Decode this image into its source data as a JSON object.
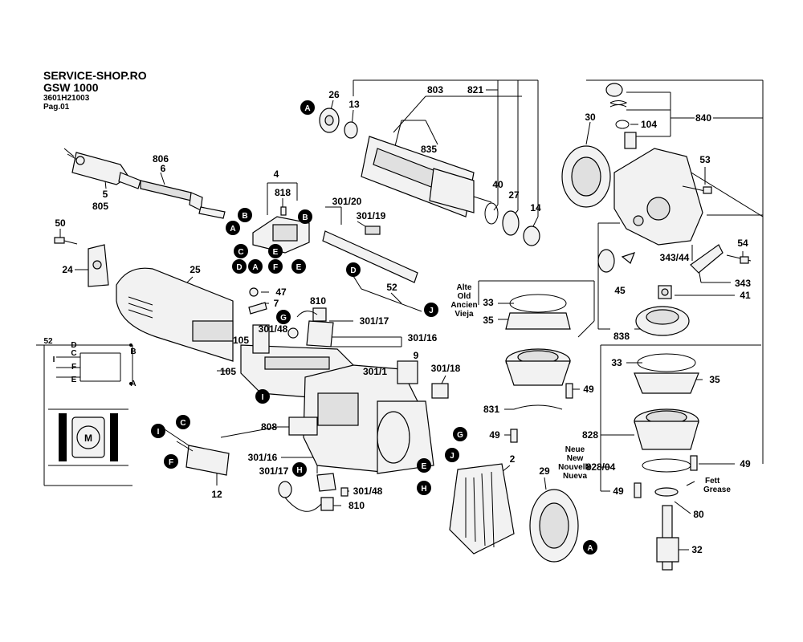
{
  "header": {
    "shop": "SERVICE-SHOP.RO",
    "model": "GSW 1000",
    "code": "3601H21003",
    "page": "Pag.01"
  },
  "labels": {
    "p803": "803",
    "p821": "821",
    "p26": "26",
    "p13": "13",
    "p835": "835",
    "p30": "30",
    "p104": "104",
    "p840": "840",
    "p53": "53",
    "p40": "40",
    "p27": "27",
    "p14": "14",
    "p806": "806",
    "p6": "6",
    "p5": "5",
    "p805": "805",
    "p4": "4",
    "p818": "818",
    "p50": "50",
    "p24": "24",
    "p25": "25",
    "p301_20": "301/20",
    "p301_19": "301/19",
    "p52": "52",
    "p54": "54",
    "p343_44": "343/44",
    "p343": "343",
    "p41": "41",
    "p45": "45",
    "p47": "47",
    "p7": "7",
    "p810": "810",
    "p301_48": "301/48",
    "p301_17": "301/17",
    "p301_16": "301/16",
    "p105a": "105",
    "p105b": "105",
    "p9": "9",
    "p301_1": "301/1",
    "p301_18": "301/18",
    "p33a": "33",
    "p35a": "35",
    "p838": "838",
    "p831": "831",
    "p49a": "49",
    "p49b": "49",
    "p33b": "33",
    "p35b": "35",
    "p49c": "49",
    "p828": "828",
    "p828_04": "828/04",
    "p49d": "49",
    "p80": "80",
    "p32": "32",
    "p808": "808",
    "p2": "2",
    "p29": "29",
    "p301_16b": "301/16",
    "p301_17b": "301/17",
    "p301_48b": "301/48",
    "p810b": "810",
    "p12": "12",
    "p52w": "52"
  },
  "variant_old": [
    "Alte",
    "Old",
    "Ancien",
    "Vieja"
  ],
  "variant_new": [
    "Neue",
    "New",
    "Nouvelle",
    "Nueva"
  ],
  "grease": [
    "Fett",
    "Grease"
  ],
  "wiring_letters": [
    "D",
    "C",
    "I",
    "F",
    "E",
    "B",
    "A"
  ],
  "motor_letter": "M",
  "connectors": {
    "A": "A",
    "B": "B",
    "C": "C",
    "D": "D",
    "E": "E",
    "F": "F",
    "G": "G",
    "H": "H",
    "I": "I",
    "J": "J"
  }
}
